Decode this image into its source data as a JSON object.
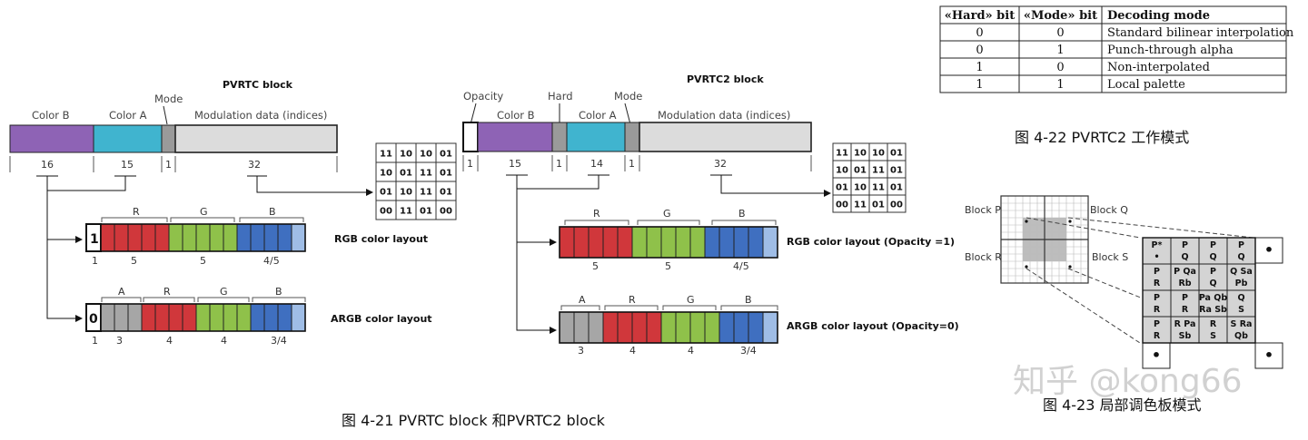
{
  "colors": {
    "purple": "#8e63b5",
    "cyan": "#40b4cf",
    "mode_gray": "#9a9a9a",
    "mod_gray": "#dcdcdc",
    "red": "#d0373b",
    "green": "#8fc14a",
    "blue": "#3f6fc0",
    "light_blue": "#9fbde6",
    "gray_alpha": "#a6a6a6",
    "shade": "#bdbdbd"
  },
  "fig21": {
    "caption": "图 4-21  PVRTC block 和PVRTC2 block",
    "pvrtc": {
      "title": "PVRTC block",
      "labels": {
        "color_b": "Color B",
        "color_a": "Color A",
        "mode": "Mode",
        "mod": "Modulation data (indices)"
      },
      "bits": {
        "b": "16",
        "a": "15",
        "m": "1",
        "mod": "32"
      },
      "rgb": {
        "flag": "1",
        "title": "RGB color layout",
        "R": "R",
        "G": "G",
        "B": "B",
        "bits": [
          "1",
          "5",
          "5",
          "4/5"
        ]
      },
      "argb": {
        "flag": "0",
        "title": "ARGB color layout",
        "A": "A",
        "R": "R",
        "G": "G",
        "B": "B",
        "bits": [
          "1",
          "3",
          "4",
          "4",
          "3/4"
        ]
      },
      "matrix": [
        [
          "11",
          "10",
          "10",
          "01"
        ],
        [
          "10",
          "01",
          "11",
          "01"
        ],
        [
          "01",
          "10",
          "11",
          "01"
        ],
        [
          "00",
          "11",
          "01",
          "00"
        ]
      ]
    },
    "pvrtc2": {
      "title": "PVRTC2 block",
      "labels": {
        "opacity": "Opacity",
        "color_b": "Color B",
        "hard": "Hard",
        "color_a": "Color A",
        "mode": "Mode",
        "mod": "Modulation data (indices)"
      },
      "bits": {
        "o": "1",
        "b": "15",
        "h": "1",
        "a": "14",
        "m": "1",
        "mod": "32"
      },
      "rgb": {
        "title": "RGB color layout (Opacity =1)",
        "R": "R",
        "G": "G",
        "B": "B",
        "bits": [
          "5",
          "5",
          "4/5"
        ]
      },
      "argb": {
        "title": "ARGB color layout (Opacity=0)",
        "A": "A",
        "R": "R",
        "G": "G",
        "B": "B",
        "bits": [
          "3",
          "4",
          "4",
          "3/4"
        ]
      },
      "matrix": [
        [
          "11",
          "10",
          "10",
          "01"
        ],
        [
          "10",
          "01",
          "11",
          "01"
        ],
        [
          "01",
          "10",
          "11",
          "01"
        ],
        [
          "00",
          "11",
          "01",
          "00"
        ]
      ]
    }
  },
  "fig22": {
    "caption": "图 4-22  PVRTC2 工作模式",
    "headers": [
      "«Hard» bit",
      "«Mode» bit",
      "Decoding mode"
    ],
    "rows": [
      [
        "0",
        "0",
        "Standard bilinear interpolation"
      ],
      [
        "0",
        "1",
        "Punch-through alpha"
      ],
      [
        "1",
        "0",
        "Non-interpolated"
      ],
      [
        "1",
        "1",
        "Local palette"
      ]
    ]
  },
  "fig23": {
    "caption": "图 4-23  局部调色板模式",
    "blocks": {
      "p": "Block P",
      "q": "Block Q",
      "r": "Block R",
      "s": "Block S"
    },
    "palette": [
      [
        [
          "P*",
          "•"
        ],
        [
          "P",
          "Q"
        ],
        [
          "P",
          "Q"
        ],
        [
          "P",
          "Q"
        ]
      ],
      [
        [
          "P",
          "R"
        ],
        [
          "P  Qa",
          "Rb"
        ],
        [
          "P",
          "Q"
        ],
        [
          "Q  Sa",
          "Pb"
        ]
      ],
      [
        [
          "P",
          "R"
        ],
        [
          "P",
          "R"
        ],
        [
          "Pa Qb",
          "Ra Sb"
        ],
        [
          "Q",
          "S"
        ]
      ],
      [
        [
          "P",
          "R"
        ],
        [
          "R  Pa",
          "Sb"
        ],
        [
          "R",
          "S"
        ],
        [
          "S  Ra",
          "Qb"
        ]
      ]
    ],
    "dots": [
      "•",
      "•",
      "•",
      "•"
    ]
  },
  "watermark": "知乎 @kong66"
}
